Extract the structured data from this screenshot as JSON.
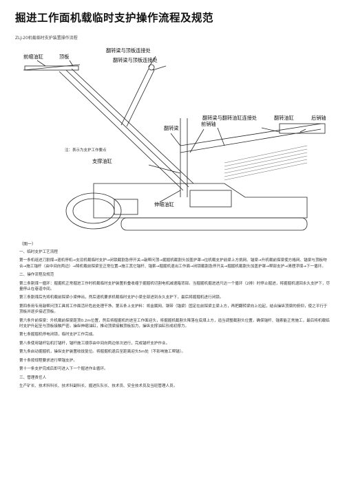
{
  "title": "掘进工作面机载临时支护操作流程及规范",
  "subtitle": "ZLJ-20机载临时支护装置操作流程",
  "figure": {
    "labels": {
      "front_cyl": "前缩油缸",
      "top_plate": "顶板",
      "flip_beam_joint1": "翻转梁与顶板连接处",
      "flip_beam_joint2": "翻转梁与顶板连接处",
      "flip_beam": "翻转梁",
      "flip_axis": "前销轴",
      "flip_beam_cyl_joint": "翻转梁与翻转油缸连接处",
      "flip_cyl": "翻转油缸",
      "rear_pin": "后销轴",
      "note": "注：表示为支护工作要点",
      "support_cyl": "支撑油缸",
      "lift_cyl": "伸缩油缸"
    }
  },
  "caption": "（图一）",
  "sections": {
    "s1_head": "一、临时支护工艺流程",
    "s1_p1": "第一条机组进刀割煤→退机停机→支设机载临时支护→闭锁截割急停开关→敲帮问顶→掘掘机截割头加盖护罩→往机载支护前梁上方挑网、锚梁→升机载前探梁使方格网、锚梁与顶板吻合→施工锚杆（由中间向两边）→降机载前探梁至正常位置→施工其它锚杆、锚索→掘掘机退出工作面→闭锁截割急停开关→掘掘机截割头加盖护罩→帮部支护→清理浮煤→下一循环。",
    "s2_head": "二、操作流程及规范",
    "s2_p1": "第二条割煤一循环：掘掘机正常掘进工作时机载临时支护装置折叠收缩于掘掘机切割电机减速箱背部。当掘掘机掘进进尺达一个循环（2排）时停止掘进，将掘掘机退回永久支护下，尽量停止在巷道中间。",
    "s2_p2": "第三条割煤后先将机载前探梁小梁伸出，然后退机要求机载临时支护小梁全部进到永久支护下，最后将掘掘机进行闭锁。",
    "s2_p3": "第四条用专用敲帮问顶工具将工作面活矸危岩处理干净。第五条上支护料：将金属网、钢带（锚梁）固定在前探梁主梁上方，再把翻转梁向上拉起，结合操纵顶梁的俯仰，使之平行于顶板并逐步接近顶板。",
    "s2_p4": "第六条升前探梁：升机载前探梁距顶0.2m位置，然后将掘掘机的进至工作面迎头，将掘掘机截割头降落在底煤上方，追当调整截割头位置，确保锚杆、锚索能正常施工，最后将机载临时支护升起至与顶板接触严密。操纵伸缩油缸，推动顶梁接触顶板加力，操纵支撑油缸形成初撑力。",
    "s2_p5": "第七条掘掘机停电闭锁，临时支护工作完成。",
    "s2_p6": "第八条使用锚杆钻机打锚杆，锚杆施工顺序由中间向两边依次进行，完成锚杆支护作业。",
    "s2_p7": "第九条启动掘掘机，操纵支护装置收拢复位。将掘掘机退后至距离迎头5m处（不影响施工帮锚）。",
    "s2_p8": "第十条按规程要求进行帮锚支护。",
    "s2_p9": "第十一条支护完成后即可进入下一个掘进作业循环。",
    "s3_head": "三、管理责任人",
    "s3_p1": "生产矿长、技术科科长、技术科副科长、掘进队队长、技术员、安全技术员及当班管理人员。"
  }
}
